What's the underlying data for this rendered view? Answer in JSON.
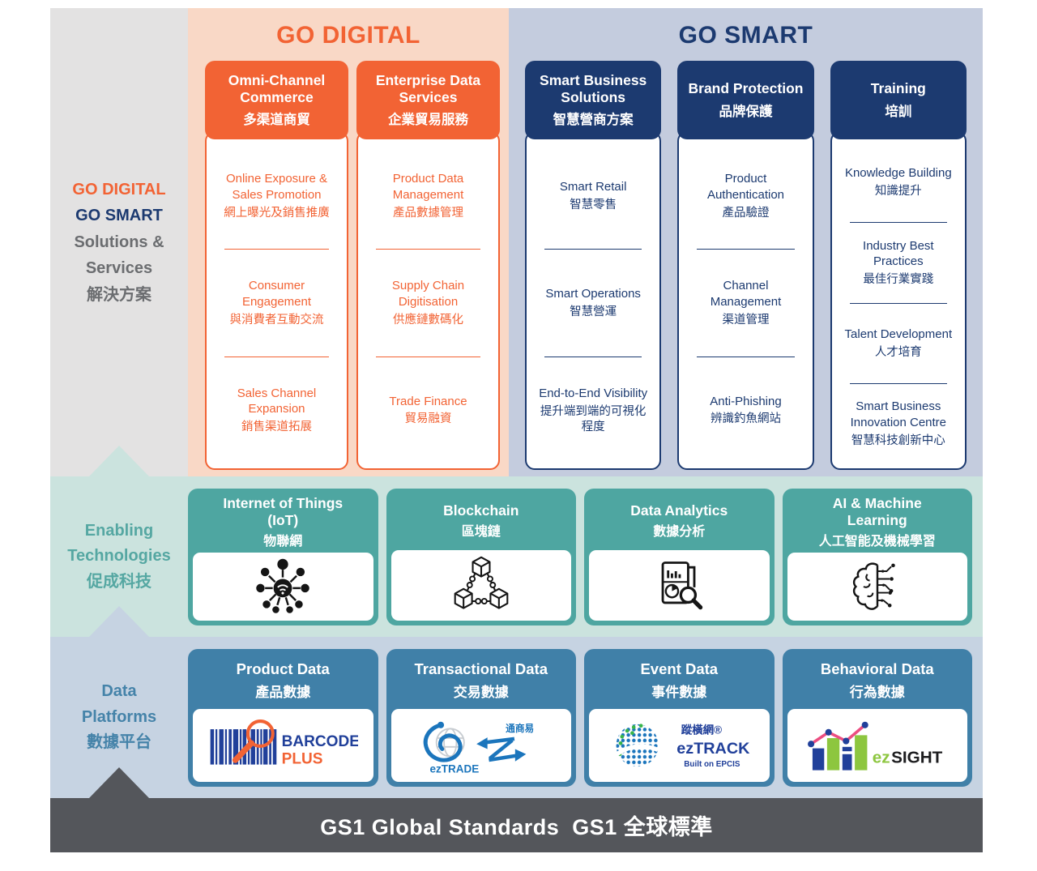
{
  "colors": {
    "orange": "#F26334",
    "navy": "#1C3A70",
    "teal": "#4EA6A1",
    "steel_blue": "#4080A8",
    "footer_gray": "#54565B",
    "peach_bg": "#F9D8C6",
    "bluegray_bg": "#C4CCDE",
    "teal_bg": "#CBE3DE",
    "platform_bg": "#C6D3E2",
    "label_gray_bg": "#E3E2E2"
  },
  "solutions": {
    "label": {
      "go_digital": "GO DIGITAL",
      "go_smart": "GO SMART",
      "line3": "Solutions &",
      "line4": "Services",
      "line5": "解決方案"
    },
    "go_digital": {
      "title": "GO DIGITAL",
      "columns": [
        {
          "header_en": "Omni-Channel Commerce",
          "header_zh": "多渠道商貿",
          "items": [
            {
              "en": "Online Exposure & Sales Promotion",
              "zh": "網上曝光及銷售推廣"
            },
            {
              "en": "Consumer Engagement",
              "zh": "與消費者互動交流"
            },
            {
              "en": "Sales Channel Expansion",
              "zh": "銷售渠道拓展"
            }
          ]
        },
        {
          "header_en": "Enterprise Data Services",
          "header_zh": "企業貿易服務",
          "items": [
            {
              "en": "Product Data Management",
              "zh": "產品數據管理"
            },
            {
              "en": "Supply Chain Digitisation",
              "zh": "供應鏈數碼化"
            },
            {
              "en": "Trade Finance",
              "zh": "貿易融資"
            }
          ]
        }
      ]
    },
    "go_smart": {
      "title": "GO SMART",
      "columns": [
        {
          "header_en": "Smart Business Solutions",
          "header_zh": "智慧營商方案",
          "items": [
            {
              "en": "Smart Retail",
              "zh": "智慧零售"
            },
            {
              "en": "Smart Operations",
              "zh": "智慧營運"
            },
            {
              "en": "End-to-End Visibility",
              "zh": "提升端到端的可視化程度"
            }
          ]
        },
        {
          "header_en": "Brand Protection",
          "header_zh": "品牌保護",
          "items": [
            {
              "en": "Product Authentication",
              "zh": "產品驗證"
            },
            {
              "en": "Channel Management",
              "zh": "渠道管理"
            },
            {
              "en": "Anti-Phishing",
              "zh": "辨識釣魚網站"
            }
          ]
        },
        {
          "header_en": "Training",
          "header_zh": "培訓",
          "items": [
            {
              "en": "Knowledge Building",
              "zh": "知識提升"
            },
            {
              "en": "Industry Best Practices",
              "zh": "最佳行業實踐"
            },
            {
              "en": "Talent Development",
              "zh": "人才培育"
            },
            {
              "en": "Smart Business Innovation Centre",
              "zh": "智慧科技創新中心"
            }
          ]
        }
      ]
    }
  },
  "enabling": {
    "label": {
      "en1": "Enabling",
      "en2": "Technologies",
      "zh": "促成科技"
    },
    "cards": [
      {
        "en": "Internet of Things (IoT)",
        "zh": "物聯網",
        "icon": "iot-network-icon"
      },
      {
        "en": "Blockchain",
        "zh": "區塊鏈",
        "icon": "blockchain-icon"
      },
      {
        "en": "Data Analytics",
        "zh": "數據分析",
        "icon": "data-analytics-icon"
      },
      {
        "en": "AI & Machine Learning",
        "zh": "人工智能及機械學習",
        "icon": "ai-brain-icon"
      }
    ]
  },
  "platforms": {
    "label": {
      "en1": "Data",
      "en2": "Platforms",
      "zh": "數據平台"
    },
    "cards": [
      {
        "en": "Product Data",
        "zh": "產品數據",
        "logo": "barcode-plus-logo",
        "logo_text": {
          "line1": "BARCODE",
          "line2": "PLUS"
        }
      },
      {
        "en": "Transactional Data",
        "zh": "交易數據",
        "logo": "eztrade-logo",
        "logo_text": {
          "zh": "通商易",
          "name": "ezTRADE"
        }
      },
      {
        "en": "Event Data",
        "zh": "事件數據",
        "logo": "eztrack-logo",
        "logo_text": {
          "zh": "蹤橫網®",
          "name": "ezTRACK",
          "tagline": "Built on EPCIS"
        }
      },
      {
        "en": "Behavioral Data",
        "zh": "行為數據",
        "logo": "ezsight-logo",
        "logo_text": {
          "part1": "ez",
          "part2": "SIGHT"
        }
      }
    ]
  },
  "footer": {
    "text": "GS1 Global Standards  GS1 全球標準"
  }
}
